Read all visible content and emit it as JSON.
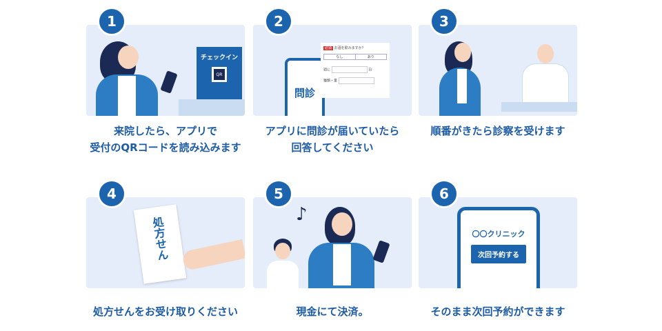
{
  "steps": [
    {
      "number": "1",
      "caption": [
        "来院したら、アプリで",
        "受付のQRコードを読み込みます"
      ],
      "sign_title": "チェックイン",
      "qr_label": "QR"
    },
    {
      "number": "2",
      "caption": [
        "アプリに問診が届いていたら",
        "回答してください"
      ],
      "phone_label": "問診",
      "form": {
        "badge": "必須",
        "question": "お酒を飲みますか？",
        "options": [
          "なし",
          "あり"
        ],
        "freq_label": "週に",
        "freq_unit": "日",
        "kind_label": "種類・量"
      }
    },
    {
      "number": "3",
      "caption": [
        "順番がきたら診察を受けます"
      ]
    },
    {
      "number": "4",
      "caption": [
        "処方せんをお受け取りください"
      ],
      "paper_label": "処方せん"
    },
    {
      "number": "5",
      "caption": [
        "現金にて決済。"
      ],
      "note_icon": "♪"
    },
    {
      "number": "6",
      "caption": [
        "そのまま次回予約ができます"
      ],
      "clinic_name": "〇〇クリニック",
      "reserve_button": "次回予約する"
    }
  ],
  "colors": {
    "accent": "#1c64ae",
    "card": "#e4edf9",
    "text": "#1d5ba3"
  }
}
